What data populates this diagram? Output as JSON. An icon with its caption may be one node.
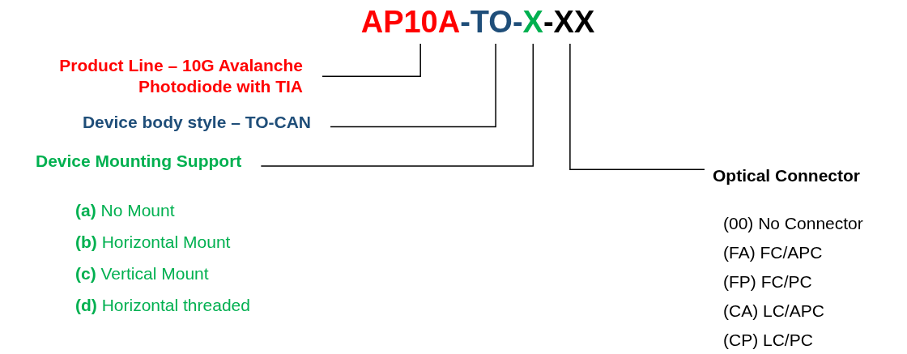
{
  "diagram": {
    "nodes": [
      {
        "text": [
          "AP10A"
        ]
      },
      {
        "text": [
          "TO"
        ]
      },
      {
        "text": [
          "X"
        ]
      },
      {
        "text": [
          "XX"
        ]
      },
      {
        "text": [
          "Product Line – 10G Avalanche Photodiode with TIA"
        ]
      },
      {
        "text": [
          "Device body style – TO-CAN"
        ]
      },
      {
        "text": [
          "Device Mounting Support"
        ]
      },
      {
        "text": [
          "Optical Connector"
        ]
      }
    ],
    "edges": [
      {
        "from": 0,
        "to": 4,
        "arrow": "none"
      },
      {
        "from": 1,
        "to": 5,
        "arrow": "none"
      },
      {
        "from": 2,
        "to": 6,
        "arrow": "none"
      },
      {
        "from": 3,
        "to": 7,
        "arrow": "none"
      }
    ],
    "labels": [
      "-",
      "-",
      "-",
      "**(a)** No Mount",
      "**(b)** Horizontal Mount",
      "**(c)** Vertical Mount",
      "**(d)** Horizontal threaded",
      "(00) No Connector",
      "(FA) FC/APC",
      "(FP) FC/PC",
      "(CA) LC/APC",
      "(CP) LC/PC"
    ]
  }
}
